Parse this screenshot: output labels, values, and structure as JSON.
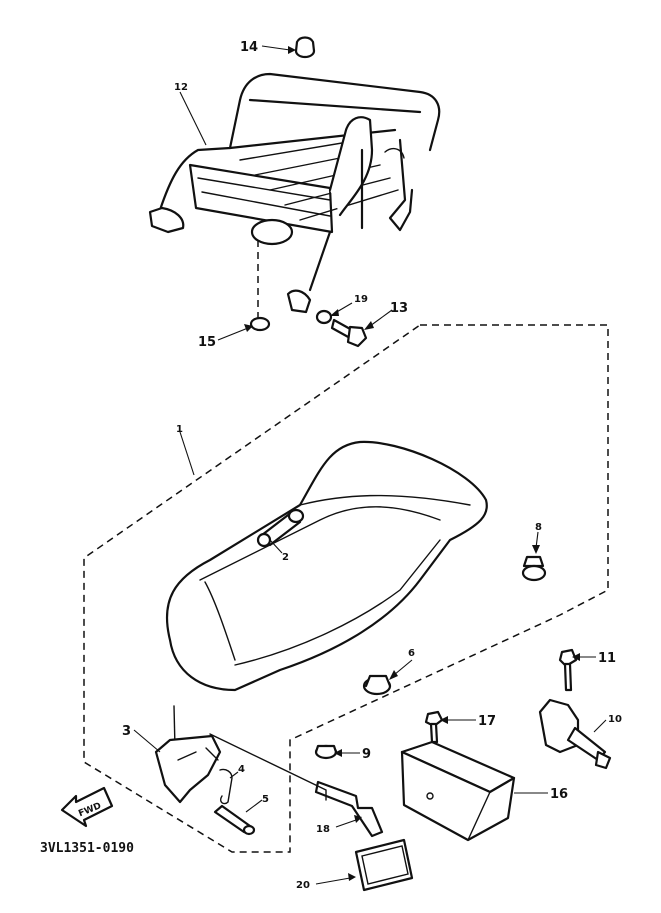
{
  "diagram": {
    "callouts": {
      "p1": "1",
      "p2": "2",
      "p3": "3",
      "p4": "4",
      "p5": "5",
      "p6": "6",
      "p8": "8",
      "p9": "9",
      "p10": "10",
      "p11": "11",
      "p12": "12",
      "p13": "13",
      "p14": "14",
      "p15": "15",
      "p16": "16",
      "p17": "17",
      "p18": "18",
      "p19": "19",
      "p20": "20"
    },
    "forward_marker": "FWD",
    "drawing_code": "3VL1351-0190"
  }
}
